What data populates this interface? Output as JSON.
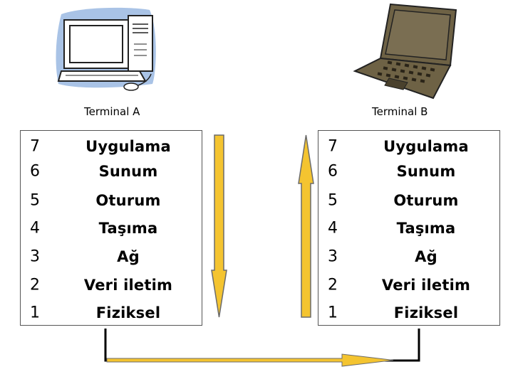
{
  "terminals": [
    {
      "label": "Terminal A",
      "device": "desktop-computer"
    },
    {
      "label": "Terminal B",
      "device": "laptop-computer"
    }
  ],
  "layers": [
    {
      "number": "7",
      "name": "Uygulama"
    },
    {
      "number": "6",
      "name": "Sunum"
    },
    {
      "number": "5",
      "name": "Oturum"
    },
    {
      "number": "4",
      "name": "Taşıma"
    },
    {
      "number": "3",
      "name": "Ağ"
    },
    {
      "number": "2",
      "name": "Veri iletim"
    },
    {
      "number": "1",
      "name": "Fiziksel"
    }
  ],
  "colors": {
    "arrow_fill": "#f4c430",
    "arrow_stroke": "#6b6b6b",
    "physical_line": "#000000",
    "desktop_blue": "#a9c3e6",
    "laptop_brown": "#6e6245"
  },
  "icons": {
    "down_arrow": "down-arrow-icon",
    "up_arrow": "up-arrow-icon",
    "transfer_arrow": "right-arrow-icon"
  }
}
